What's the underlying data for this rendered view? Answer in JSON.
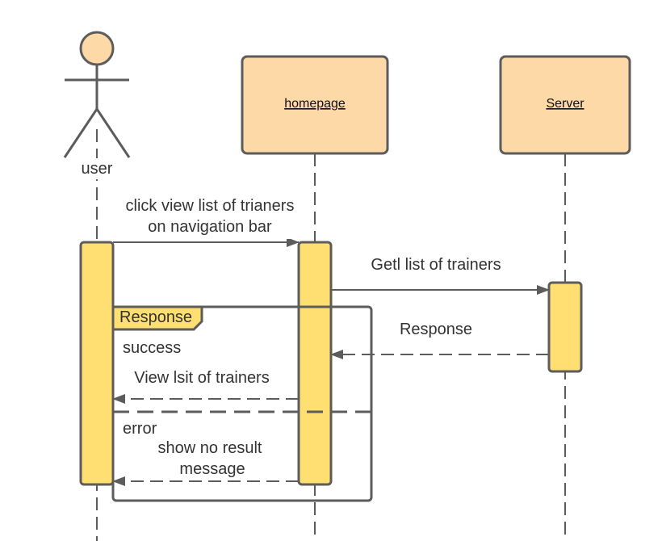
{
  "colors": {
    "box_fill": "#fdd9a8",
    "activation_fill": "#ffdf71",
    "stroke": "#5c5c5c",
    "actor_fill": "#fdd9a8"
  },
  "actor": {
    "label": "user"
  },
  "participants": [
    {
      "id": "homepage",
      "label": "homepage"
    },
    {
      "id": "server",
      "label": "Server"
    }
  ],
  "messages": {
    "m1_line1": "click view list of trianers",
    "m1_line2": "on navigation bar",
    "m2": "Getl list of trainers",
    "m3": "Response",
    "m4": "View lsit of trainers",
    "m5_line1": "show no result",
    "m5_line2": "message"
  },
  "frame": {
    "title": "Response",
    "guard_success": "success",
    "guard_error": "error"
  }
}
